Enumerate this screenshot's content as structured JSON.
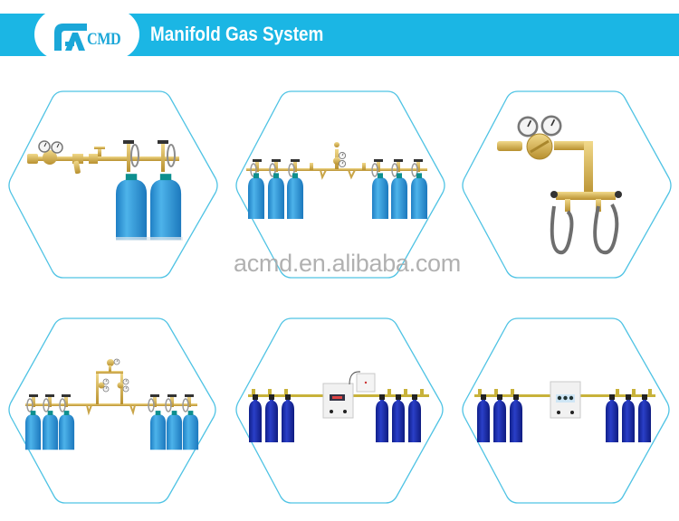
{
  "header": {
    "logo_text": "CMD",
    "logo_mark": "acmd-logo-mark",
    "title": "Manifold Gas System",
    "banner_color": "#1bb6e4"
  },
  "watermark": "acmd.en.alibaba.com",
  "colors": {
    "hex_outline": "#4fc3e4",
    "cylinder_light": "#2f98d6",
    "cylinder_dark": "#1a2fb0",
    "brass": "#d9b75a",
    "hose": "#7a7a7a"
  },
  "products": [
    {
      "id": 1,
      "row": 1,
      "col": 1,
      "description": "Two-cylinder manifold with regulator and gauges",
      "cylinders": 2,
      "cylinder_color": "light-blue",
      "controller": false
    },
    {
      "id": 2,
      "row": 1,
      "col": 2,
      "description": "Six-cylinder manifold with central regulator",
      "cylinders": 6,
      "cylinder_color": "light-blue",
      "controller": false
    },
    {
      "id": 3,
      "row": 1,
      "col": 3,
      "description": "Brass regulator with dual gauges and twin flexible hoses",
      "cylinders": 0,
      "cylinder_color": "none",
      "controller": false
    },
    {
      "id": 4,
      "row": 2,
      "col": 1,
      "description": "Six-cylinder manifold with dual regulator station",
      "cylinders": 6,
      "cylinder_color": "light-blue",
      "controller": false
    },
    {
      "id": 5,
      "row": 2,
      "col": 2,
      "description": "Six-cylinder automatic manifold with digital control box and alarm",
      "cylinders": 6,
      "cylinder_color": "dark-blue",
      "controller": true
    },
    {
      "id": 6,
      "row": 2,
      "col": 3,
      "description": "Six-cylinder automatic manifold with control panel",
      "cylinders": 6,
      "cylinder_color": "dark-blue",
      "controller": true
    }
  ]
}
